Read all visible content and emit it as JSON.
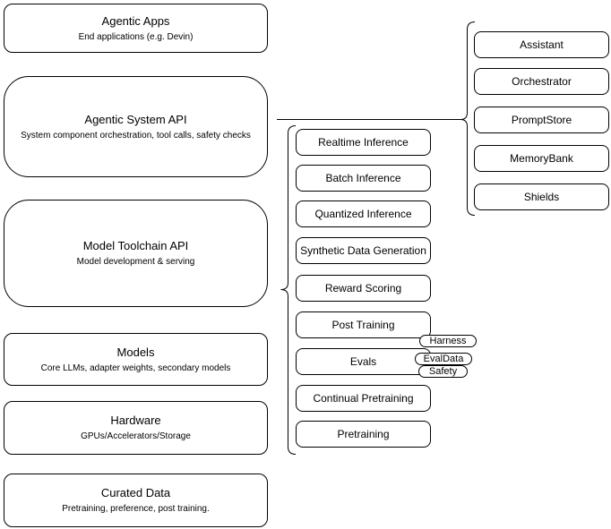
{
  "left_stack": [
    {
      "title": "Agentic Apps",
      "subtitle": "End applications (e.g. Devin)"
    },
    {
      "title": "Agentic System API",
      "subtitle": "System component orchestration, tool calls, safety checks"
    },
    {
      "title": "Model Toolchain API",
      "subtitle": "Model development & serving"
    },
    {
      "title": "Models",
      "subtitle": "Core LLMs, adapter weights, secondary models"
    },
    {
      "title": "Hardware",
      "subtitle": "GPUs/Accelerators/Storage"
    },
    {
      "title": "Curated Data",
      "subtitle": "Pretraining, preference, post training."
    }
  ],
  "toolchain": {
    "items": [
      "Realtime Inference",
      "Batch Inference",
      "Quantized Inference",
      "Synthetic Data Generation",
      "Reward Scoring",
      "Post Training",
      "Evals",
      "Continual Pretraining",
      "Pretraining"
    ],
    "eval_tags": [
      "Harness",
      "EvalData",
      "Safety"
    ]
  },
  "system": {
    "components": [
      "Assistant",
      "Orchestrator",
      "PromptStore",
      "MemoryBank",
      "Shields"
    ]
  },
  "colors": {
    "stroke": "#000000",
    "background": "#ffffff"
  }
}
